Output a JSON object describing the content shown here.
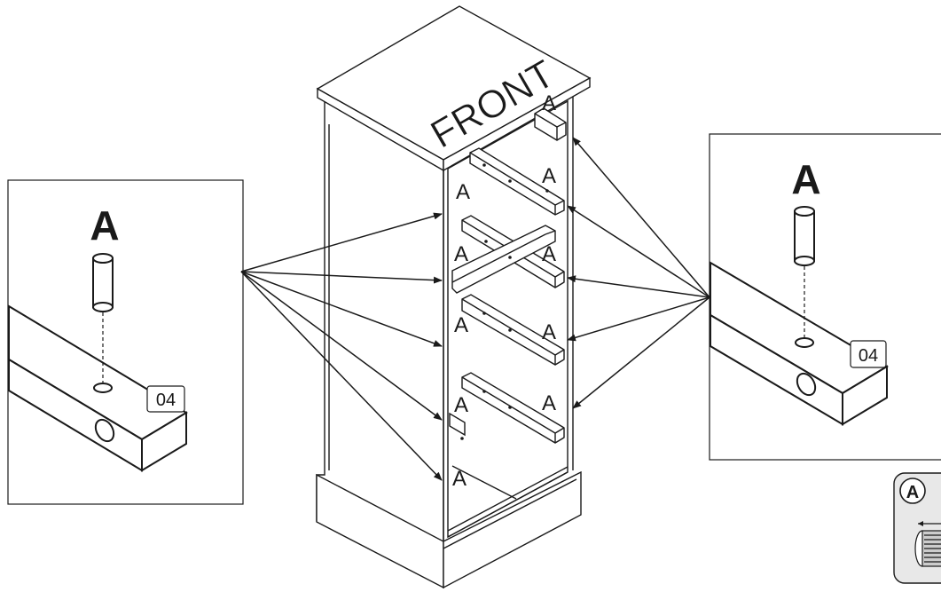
{
  "front_label": "FRONT",
  "part_label": "A",
  "step_number": "04",
  "legend_badge": "A",
  "colors": {
    "line": "#1a1a1a",
    "background": "#ffffff",
    "legend_fill": "#e8e8e8"
  }
}
